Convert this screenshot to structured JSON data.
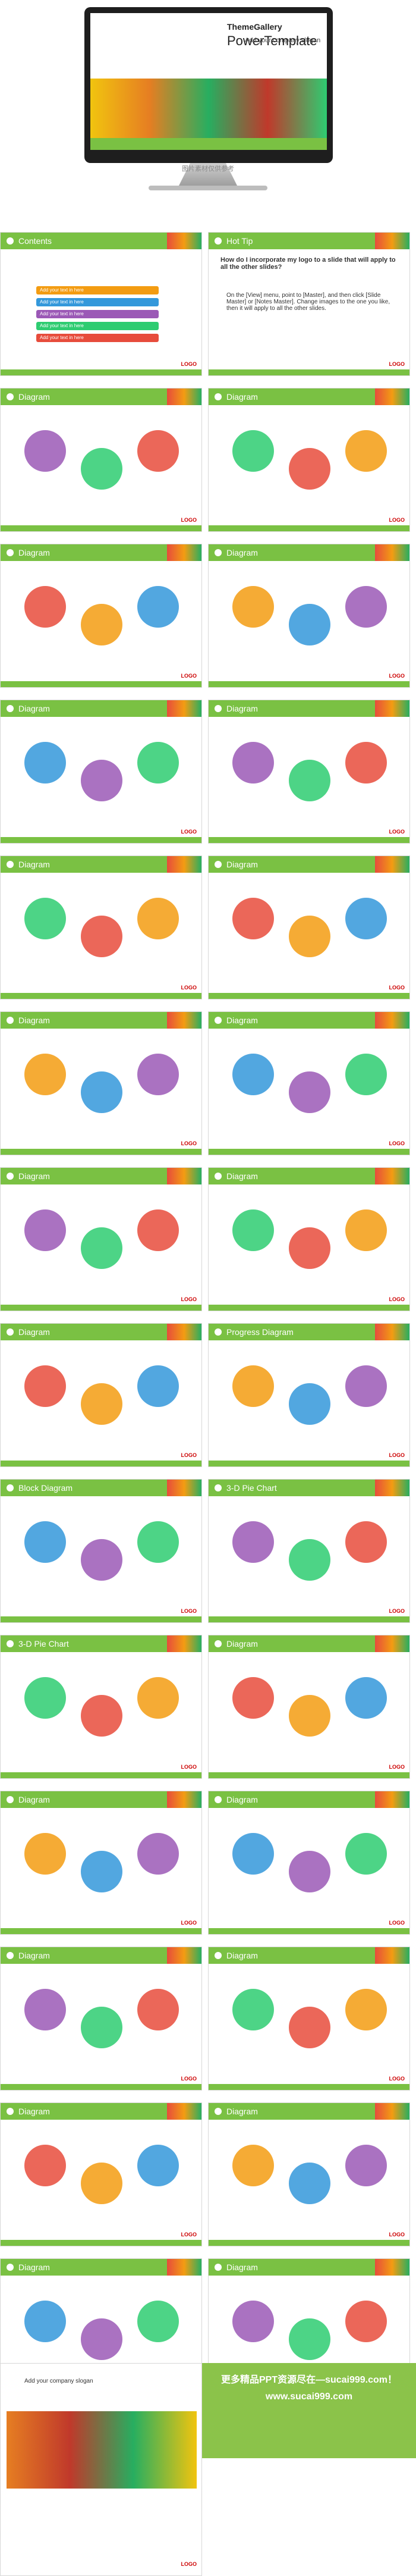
{
  "hero": {
    "title_part1": "ThemeGallery",
    "title_part2": "PowerTemplate",
    "slogan": "Add your company slogan",
    "caption": "图片素材仅供参考"
  },
  "slides": [
    {
      "title": "Contents",
      "items": [
        "Add your text in here",
        "Add your text in here",
        "Add your text in here",
        "Add your text in here",
        "Add your text in here"
      ]
    },
    {
      "title": "Hot Tip",
      "question": "How do I incorporate my logo to a slide that will apply to all the other slides?",
      "answer": "On the [View] menu, point to [Master], and then click [Slide Master] or [Notes Master]. Change images to the one you like, then it will apply to all the other slides."
    },
    {
      "title": "Diagram"
    },
    {
      "title": "Diagram"
    },
    {
      "title": "Diagram"
    },
    {
      "title": "Diagram"
    },
    {
      "title": "Diagram"
    },
    {
      "title": "Diagram"
    },
    {
      "title": "Diagram"
    },
    {
      "title": "Diagram"
    },
    {
      "title": "Diagram"
    },
    {
      "title": "Diagram"
    },
    {
      "title": "Diagram"
    },
    {
      "title": "Diagram"
    },
    {
      "title": "Diagram"
    },
    {
      "title": "Progress Diagram"
    },
    {
      "title": "Block Diagram"
    },
    {
      "title": "3-D Pie Chart"
    },
    {
      "title": "3-D Pie Chart"
    },
    {
      "title": "Diagram"
    },
    {
      "title": "Diagram"
    },
    {
      "title": "Diagram"
    },
    {
      "title": "Diagram"
    },
    {
      "title": "Diagram"
    },
    {
      "title": "Diagram"
    },
    {
      "title": "Diagram"
    },
    {
      "title": "Diagram"
    },
    {
      "title": "Diagram"
    }
  ],
  "common": {
    "logo": "LOGO",
    "company_slogan": "Add your company slogan"
  },
  "bottom_banner": {
    "line1": "更多精品PPT资源尽在—sucai999.com！",
    "line2": "www.sucai999.com"
  },
  "colors": {
    "accent": "#7ac143",
    "logo": "#cc0000"
  }
}
